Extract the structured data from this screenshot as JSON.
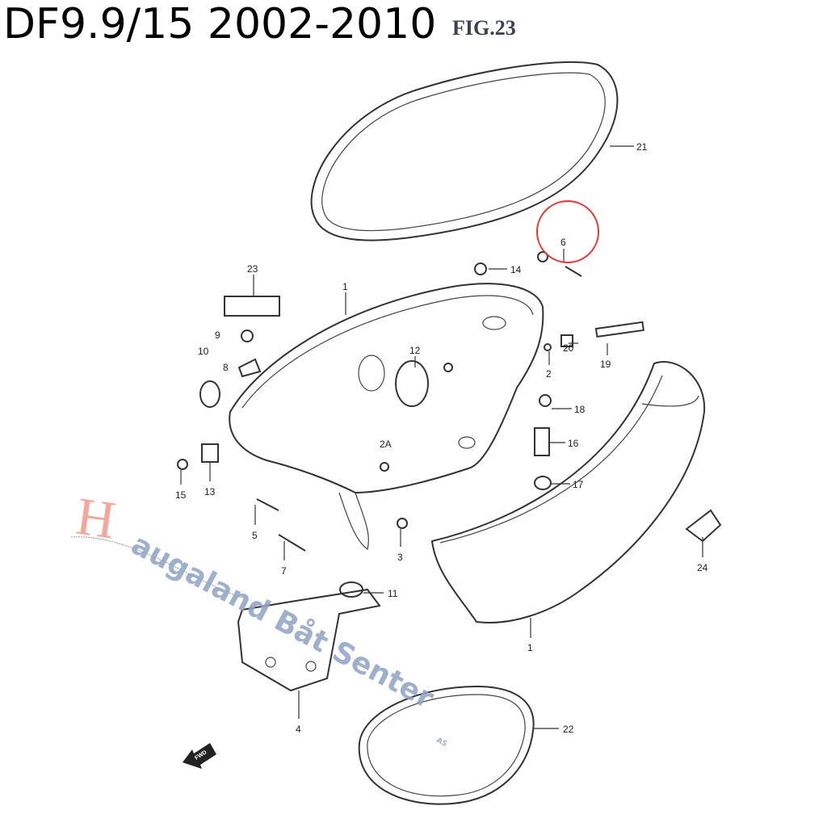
{
  "title": "DF9.9/15 2002-2010",
  "figure_label": "FIG.23",
  "highlight_color": "#e53935",
  "watermark": {
    "first_letter": "H",
    "line": "augaland Båt Senter",
    "suffix": "AS",
    "accent": "#f4a79a",
    "color": "#8fa3c4"
  },
  "part_labels": {
    "p21": "21",
    "p6": "6",
    "p14": "14",
    "p23": "23",
    "p1a": "1",
    "p9": "9",
    "p10": "10",
    "p8": "8",
    "p12": "12",
    "p2": "2",
    "p20": "20",
    "p19": "19",
    "p18": "18",
    "p16": "16",
    "p17": "17",
    "p2a": "2A",
    "p15": "15",
    "p13": "13",
    "p5": "5",
    "p3": "3",
    "p7": "7",
    "p11": "11",
    "p24": "24",
    "p1b": "1",
    "p4": "4",
    "p22": "22"
  },
  "fwd_label": "FWD"
}
